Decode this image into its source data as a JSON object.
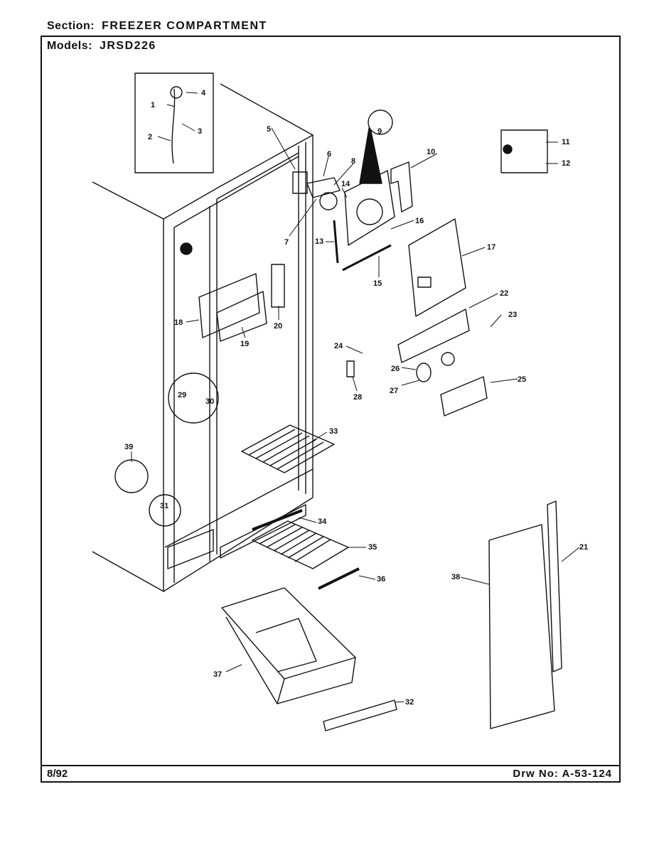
{
  "header": {
    "section_key": "Section:",
    "section_value": "FREEZER COMPARTMENT",
    "models_key": "Models:",
    "models_value": "JRSD226"
  },
  "footer": {
    "date": "8/92",
    "drawing_number": "Drw No: A-53-124"
  },
  "callouts": [
    {
      "id": "1",
      "text": "1"
    },
    {
      "id": "2",
      "text": "2"
    },
    {
      "id": "3",
      "text": "3"
    },
    {
      "id": "4",
      "text": "4"
    },
    {
      "id": "5",
      "text": "5"
    },
    {
      "id": "6",
      "text": "6"
    },
    {
      "id": "7",
      "text": "7"
    },
    {
      "id": "8",
      "text": "8"
    },
    {
      "id": "9",
      "text": "9"
    },
    {
      "id": "10",
      "text": "10"
    },
    {
      "id": "11",
      "text": "11"
    },
    {
      "id": "12",
      "text": "12"
    },
    {
      "id": "13",
      "text": "13"
    },
    {
      "id": "14",
      "text": "14"
    },
    {
      "id": "15",
      "text": "15"
    },
    {
      "id": "16",
      "text": "16"
    },
    {
      "id": "17",
      "text": "17"
    },
    {
      "id": "18",
      "text": "18"
    },
    {
      "id": "19",
      "text": "19"
    },
    {
      "id": "20",
      "text": "20"
    },
    {
      "id": "21",
      "text": "21"
    },
    {
      "id": "22",
      "text": "22"
    },
    {
      "id": "23",
      "text": "23"
    },
    {
      "id": "24",
      "text": "24"
    },
    {
      "id": "25",
      "text": "25"
    },
    {
      "id": "26",
      "text": "26"
    },
    {
      "id": "27",
      "text": "27"
    },
    {
      "id": "28",
      "text": "28"
    },
    {
      "id": "29",
      "text": "29"
    },
    {
      "id": "30",
      "text": "30"
    },
    {
      "id": "31",
      "text": "31"
    },
    {
      "id": "32",
      "text": "32"
    },
    {
      "id": "33",
      "text": "33"
    },
    {
      "id": "34",
      "text": "34"
    },
    {
      "id": "35",
      "text": "35"
    },
    {
      "id": "36",
      "text": "36"
    },
    {
      "id": "37",
      "text": "37"
    },
    {
      "id": "38",
      "text": "38"
    },
    {
      "id": "39",
      "text": "39"
    }
  ]
}
